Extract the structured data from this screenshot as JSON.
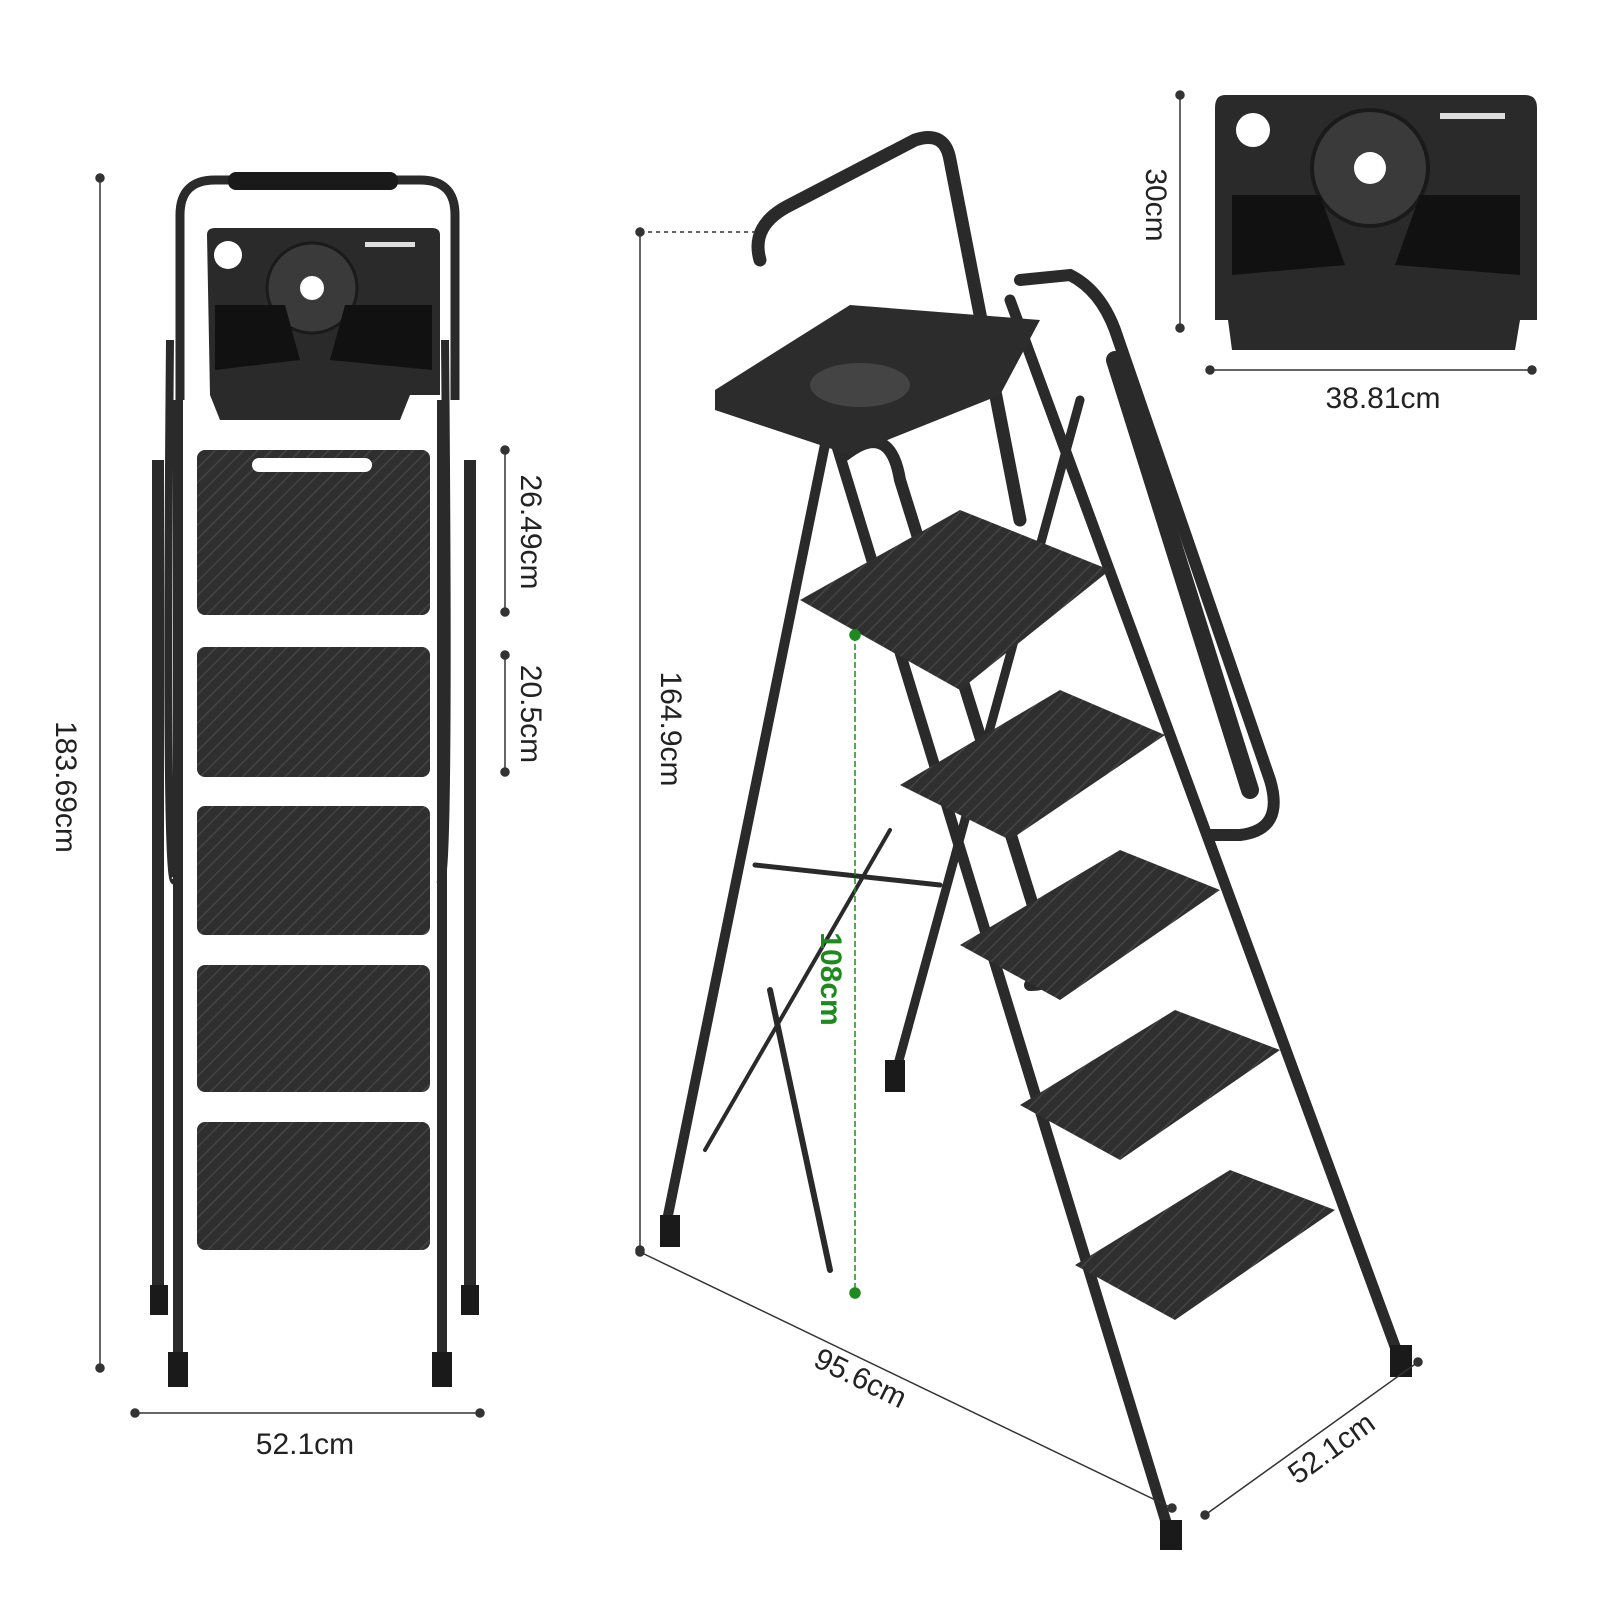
{
  "colors": {
    "product": "#2b2b2b",
    "dimension_line": "#333333",
    "highlight": "#1e8a1e"
  },
  "front_view": {
    "height_label": "183.69cm",
    "width_label": "52.1cm",
    "top_step_depth_label": "26.49cm",
    "step_spacing_label": "20.5cm",
    "step_count": 5
  },
  "side_view": {
    "platform_height_label": "164.9cm",
    "standing_height_label": "108cm",
    "depth_label": "95.6cm",
    "width_label": "52.1cm"
  },
  "tray_detail": {
    "height_label": "30cm",
    "width_label": "38.81cm"
  }
}
